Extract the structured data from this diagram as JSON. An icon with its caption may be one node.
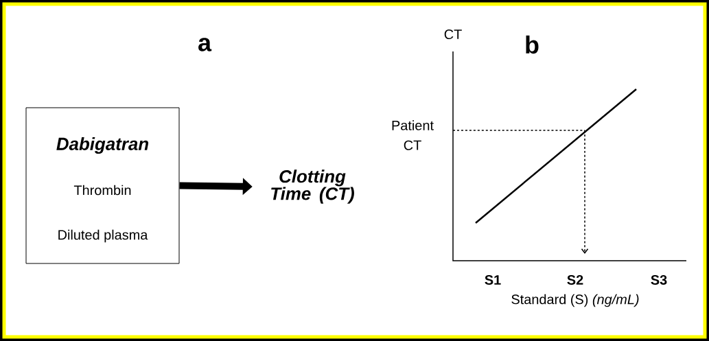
{
  "diagram": {
    "nodes": [
      {
        "text": [
          "Dabigatran",
          "Thrombin",
          "Diluted plasma"
        ]
      },
      {
        "text": [
          "Clotting Time (CT)"
        ]
      }
    ],
    "edges": [
      {
        "from": 0,
        "to": 1,
        "arrow": "to"
      }
    ],
    "labels": [
      "a",
      "b",
      "CT",
      "Patient CT",
      "S1",
      "S2",
      "S3",
      "Standard (S) *(ng/mL)*"
    ]
  }
}
